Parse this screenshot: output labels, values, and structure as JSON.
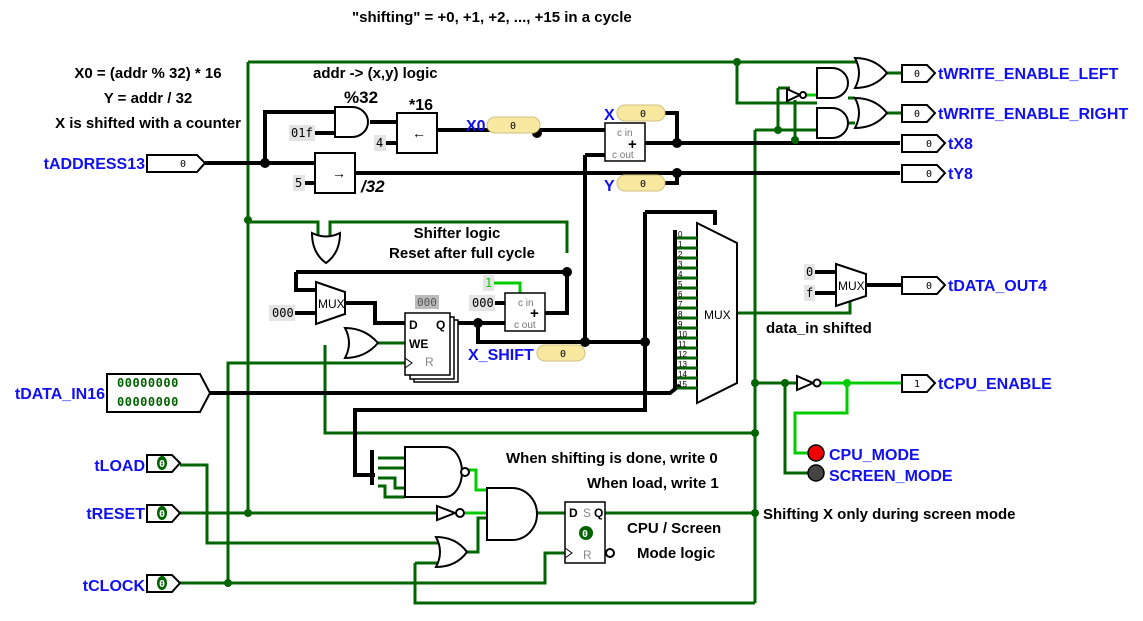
{
  "annotations": {
    "title": "\"shifting\" = +0, +1, +2, ..., +15 in a cycle",
    "formula_x0": "X0 = (addr % 32) * 16",
    "formula_y": "Y = addr / 32",
    "formula_shift": "X is shifted with a counter",
    "addr_logic": "addr -> (x,y) logic",
    "mod32": "%32",
    "mul16": "*16",
    "div32": "/32",
    "shifter_logic": "Shifter logic",
    "reset_cycle": "Reset after full cycle",
    "data_in_shifted": "data_in shifted",
    "shifting_done": "When shifting is done, write 0",
    "load_write": "When load, write 1",
    "cpu_screen": "CPU / Screen",
    "mode_logic": "Mode logic",
    "screen_only": "Shifting X only during screen mode"
  },
  "inputs": {
    "address": {
      "label": "tADDRESS13",
      "value": "0"
    },
    "data_in": {
      "label": "tDATA_IN16",
      "row1": "00000000",
      "row2": "00000000"
    },
    "load": {
      "label": "tLOAD",
      "value": "0"
    },
    "reset": {
      "label": "tRESET",
      "value": "0"
    },
    "clock": {
      "label": "tCLOCK",
      "value": "0"
    }
  },
  "outputs": {
    "we_left": {
      "label": "tWRITE_ENABLE_LEFT",
      "value": "0"
    },
    "we_right": {
      "label": "tWRITE_ENABLE_RIGHT",
      "value": "0"
    },
    "x8": {
      "label": "tX8",
      "value": "0"
    },
    "y8": {
      "label": "tY8",
      "value": "0"
    },
    "data_out": {
      "label": "tDATA_OUT4",
      "value": "0"
    },
    "cpu_enable": {
      "label": "tCPU_ENABLE",
      "value": "1"
    }
  },
  "probes": {
    "x0": {
      "label": "X0",
      "value": "0"
    },
    "x": {
      "label": "X",
      "value": "0"
    },
    "y": {
      "label": "Y",
      "value": "0"
    },
    "x_shift": {
      "label": "X_SHIFT",
      "value": "0"
    }
  },
  "constants": {
    "mask": "01f",
    "shift_amount": "4",
    "div_amount": "5",
    "zero_a": "000",
    "zero_b": "000",
    "one": "1",
    "mux_zero": "0",
    "mux_f": "f",
    "register_value": "000",
    "ff_value": "0"
  },
  "components": {
    "mux": "MUX",
    "adder_cin": "c in",
    "adder_cout": "c out",
    "reg_d": "D",
    "reg_q": "Q",
    "reg_we": "WE",
    "reg_r": "R",
    "ff_s": "S",
    "mux_inputs": [
      "0",
      "1",
      "2",
      "3",
      "4",
      "5",
      "6",
      "7",
      "8",
      "9",
      "10",
      "11",
      "12",
      "13",
      "14",
      "15"
    ]
  },
  "leds": {
    "cpu_mode": {
      "label": "CPU_MODE",
      "color": "#ee0000"
    },
    "screen_mode": {
      "label": "SCREEN_MODE",
      "color": "#444444"
    }
  },
  "colors": {
    "wire_low": "#006400",
    "wire_high": "#00cc00",
    "bus": "#000000",
    "label": "#1010f0"
  }
}
